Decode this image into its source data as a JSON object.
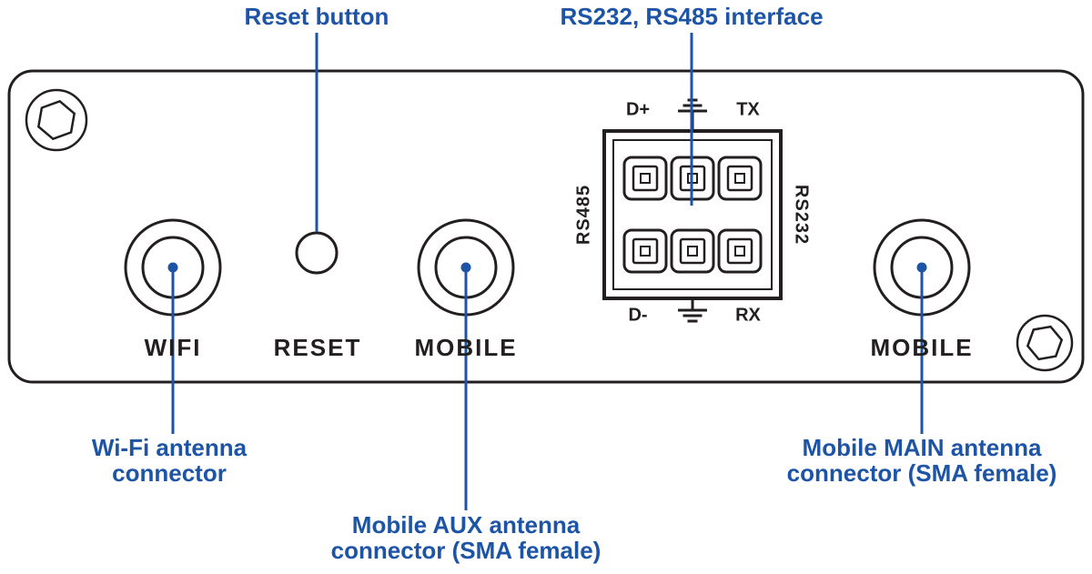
{
  "colors": {
    "callout_blue": "#1d54a6",
    "outline_black": "#231f20"
  },
  "callouts": {
    "reset": "Reset button",
    "interface": "RS232, RS485 interface",
    "wifi": {
      "line1": "Wi-Fi antenna",
      "line2": "connector"
    },
    "aux": {
      "line1": "Mobile AUX antenna",
      "line2": "connector (SMA female)"
    },
    "main": {
      "line1": "Mobile MAIN antenna",
      "line2": "connector (SMA female)"
    }
  },
  "panel_labels": {
    "wifi": "WIFI",
    "reset": "RESET",
    "mobile_aux": "MOBILE",
    "mobile_main": "MOBILE"
  },
  "serial_labels": {
    "d_plus": "D+",
    "tx": "TX",
    "d_minus": "D-",
    "rx": "RX",
    "rs485": "RS485",
    "rs232": "RS232"
  }
}
